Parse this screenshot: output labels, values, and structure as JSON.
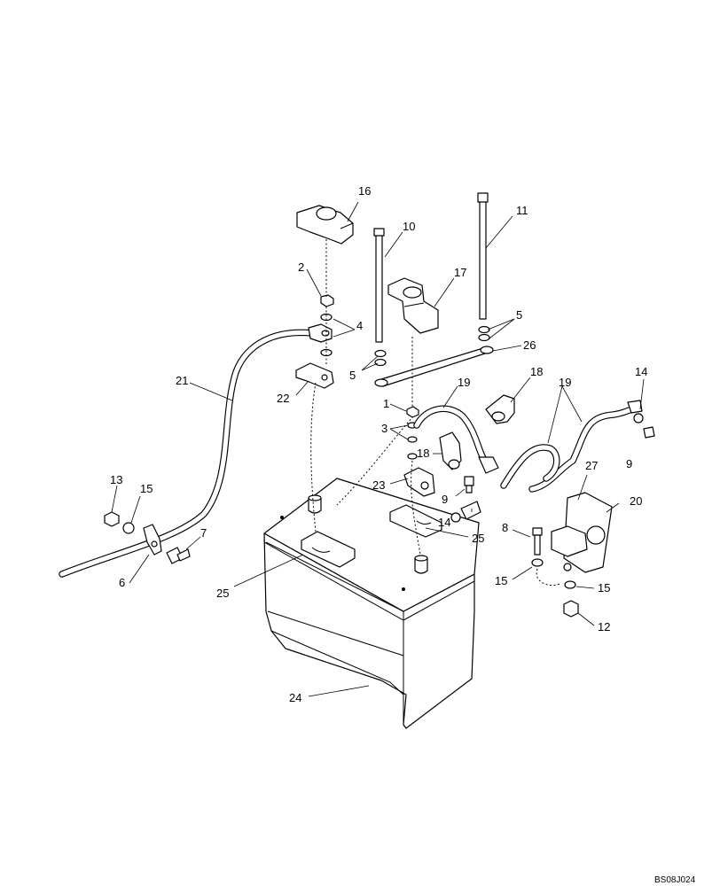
{
  "drawing_code": "BS08J024",
  "callouts": {
    "c1": "1",
    "c2": "2",
    "c3": "3",
    "c4": "4",
    "c5a": "5",
    "c5b": "5",
    "c6": "6",
    "c7": "7",
    "c8": "8",
    "c9a": "9",
    "c9b": "9",
    "c10": "10",
    "c11": "11",
    "c12": "12",
    "c13": "13",
    "c14a": "14",
    "c14b": "14",
    "c15a": "15",
    "c15b": "15",
    "c15c": "15",
    "c16": "16",
    "c17": "17",
    "c18a": "18",
    "c18b": "18",
    "c19a": "19",
    "c19b": "19",
    "c20": "20",
    "c21": "21",
    "c22": "22",
    "c23": "23",
    "c24": "24",
    "c25a": "25",
    "c25b": "25",
    "c26": "26",
    "c27": "27"
  }
}
